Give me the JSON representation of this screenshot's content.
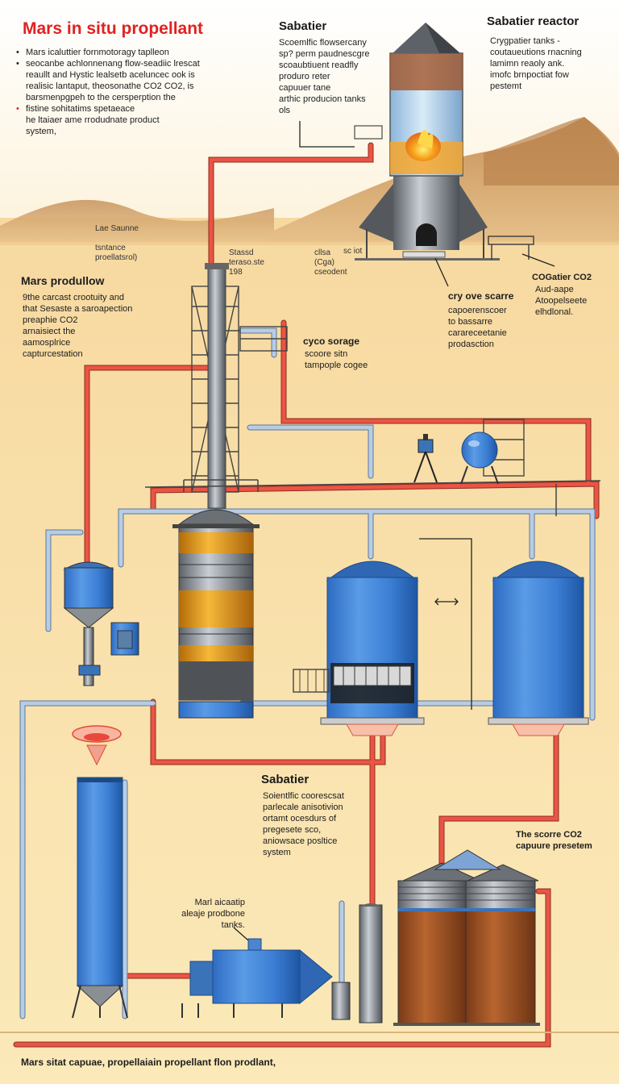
{
  "title": "Mars in situ propellant",
  "intro_bullets": [
    "Mars icaluttier fornmotoragy taplleon",
    "seocanbe achlonnenang flow-seadiic lrescat\nreaullt and Hystic lealsetb aceluncec ook is\nrealisic lantaput, theosonathe CO2 CO2, is\nbarsmenpgpeh to the cersperption the",
    "fistine sohitatims spetaeace\nhe ltaiaer ame rrodudnate product\nsystem,"
  ],
  "sabatier_top": {
    "heading": "Sabatier",
    "text": "Scoemlfic flowsercany\nsp? perm paudnescgre\nscoaubtiuent  readfly\nproduro reter\ncapuuer tane\narthic producion tanks\nols"
  },
  "reactor_label": {
    "heading": "Sabatier reactor",
    "text": "Crygpatier tanks -\ncoutaueutions rnacning\nlamimn reaoly ank.\nimofc brnpoctiat  fow\npestemt"
  },
  "small_labels": {
    "left": "Lae Saunne\n\ntsntance\nproellatsrol)",
    "mid": "Stassd\nteraso.ste\n198",
    "mid2": "cllsa\n(Cga)\ncseodent",
    "right_small": "sc iot"
  },
  "mars_produflow": {
    "heading": "Mars produllow",
    "text": "9the carcast crootuity and\nthat Sesaste a saroapection\npreaphie CO2\narnaisiect the\naamosplrice\ncapturcestation"
  },
  "cryo_storage_right": {
    "heading": "cry ove scarre",
    "text": "capoerenscoer\nto bassarre\ncarareceetanie\nprodasction"
  },
  "co2_label": {
    "heading": "COGatier CO2",
    "text": "Aud-aape\nAtoopelseete\nelhdlonal."
  },
  "cryo_storage_mid": {
    "heading": "cyco sorage",
    "text": "scoore sitn\ntampople cogee"
  },
  "sabatier_mid": {
    "heading": "Sabatier",
    "text": "Soientlfic coorescsat\nparlecale anisotivion\nortamt ocesdurs of\npregesete sco,\naniowsace posltice\nsystem"
  },
  "co2_capture": "The scorre CO2\ncapuure presetem",
  "tanks_label": "Marl aicaatip\naleaje prodbone\ntanks.",
  "footer": "Mars sitat capuae, propellaiain propellant flon prodlant,",
  "colors": {
    "title_red": "#e02222",
    "pipe_red": "#e84b3c",
    "pipe_blue": "#9db9dc",
    "tank_blue": "#3c7fd4",
    "rust": "#a9562b",
    "sand": "#fbe7b3"
  }
}
